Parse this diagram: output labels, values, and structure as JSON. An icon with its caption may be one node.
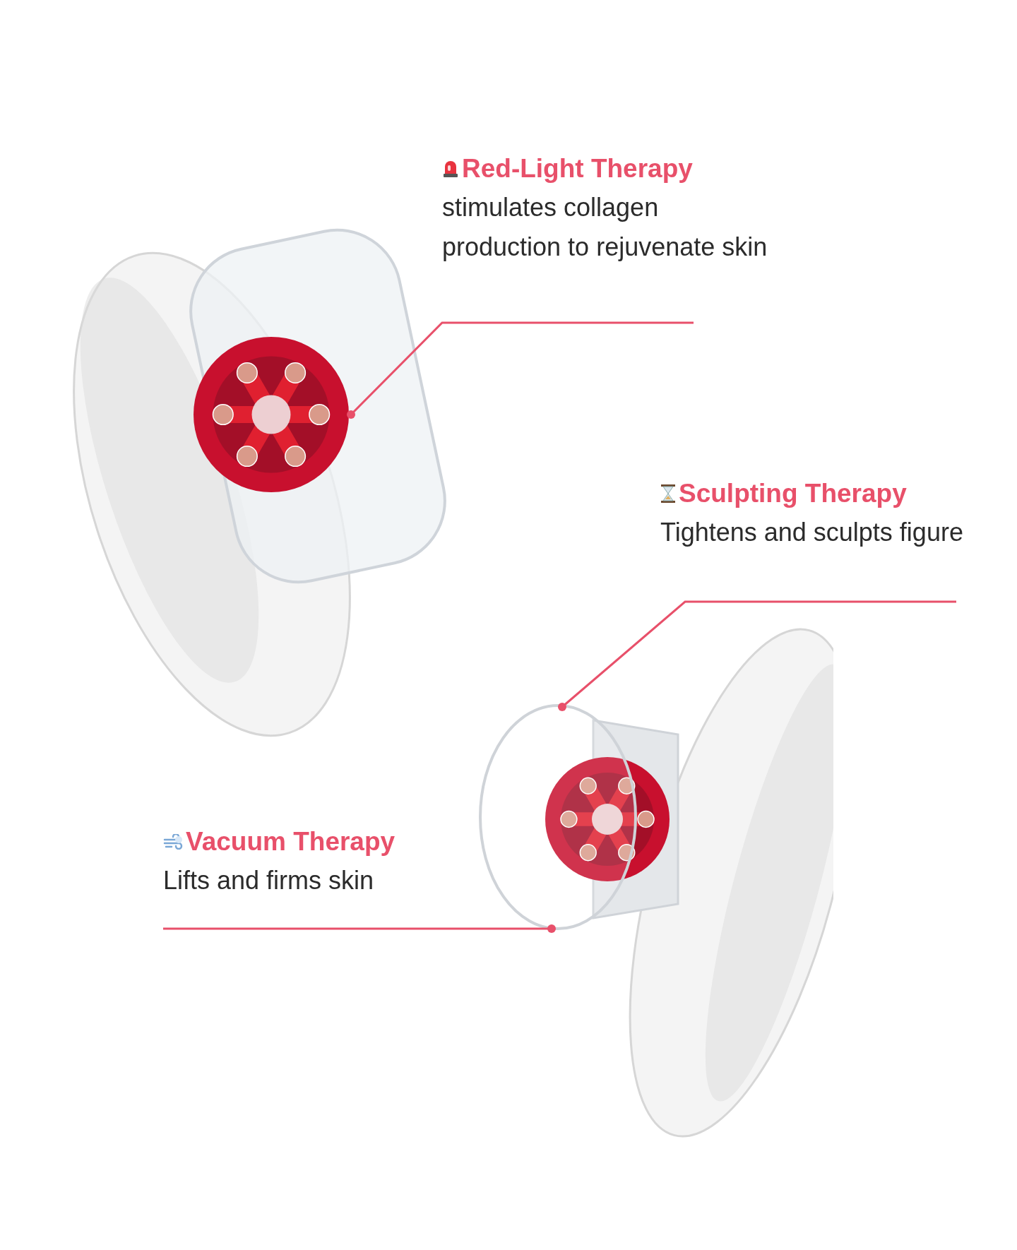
{
  "diagram": {
    "nodes": [
      {
        "text": [
          "Red-Light Therapy",
          "stimulates collagen production to rejuvenate skin"
        ]
      },
      {
        "text": [
          "Sculpting Therapy",
          "Tightens and sculpts figure"
        ]
      },
      {
        "text": [
          "Vacuum Therapy",
          "Lifts and firms skin"
        ]
      },
      {
        "text": [],
        "shape": "picture"
      },
      {
        "text": [],
        "shape": "picture"
      }
    ],
    "edges": [
      {
        "from": 0,
        "to": 3,
        "arrow": "other"
      },
      {
        "from": 1,
        "to": 4,
        "arrow": "other"
      },
      {
        "from": 2,
        "to": 4,
        "arrow": "other"
      }
    ]
  }
}
